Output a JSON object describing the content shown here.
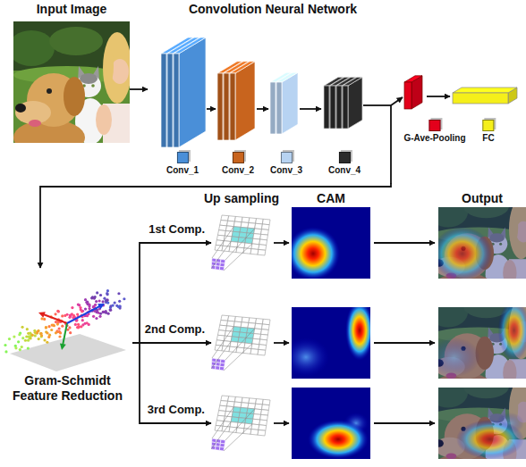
{
  "diagram": {
    "nodes": [
      {
        "text": [
          "Input Image"
        ]
      },
      {
        "text": [
          "Convolution Neural Network"
        ]
      },
      {
        "text": [
          "Gram-Schmidt Feature Reduction"
        ]
      },
      {
        "text": [
          "1st Comp."
        ]
      },
      {
        "text": [
          "2nd Comp."
        ]
      },
      {
        "text": [
          "3rd Comp."
        ]
      }
    ],
    "edges": [
      {
        "from": 0,
        "to": 1,
        "arrow": "to"
      },
      {
        "from": 1,
        "to": 2,
        "arrow": "to"
      },
      {
        "from": 2,
        "to": 3,
        "arrow": "to"
      },
      {
        "from": 2,
        "to": 4,
        "arrow": "to"
      },
      {
        "from": 2,
        "to": 5,
        "arrow": "to"
      }
    ],
    "labels": [
      "Up sampling",
      "CAM",
      "Output"
    ],
    "legend": [
      {
        "text": "Conv_1",
        "color": "#4a8fd8"
      },
      {
        "text": "Conv_2",
        "color": "#c8641e"
      },
      {
        "text": "Conv_3",
        "color": "#b7d3f2"
      },
      {
        "text": "Conv_4",
        "color": "#2b2b2b"
      },
      {
        "text": "G-Ave-Pooling",
        "color": "#e3001b"
      },
      {
        "text": "FC",
        "color": "#f5ef1a"
      }
    ]
  }
}
